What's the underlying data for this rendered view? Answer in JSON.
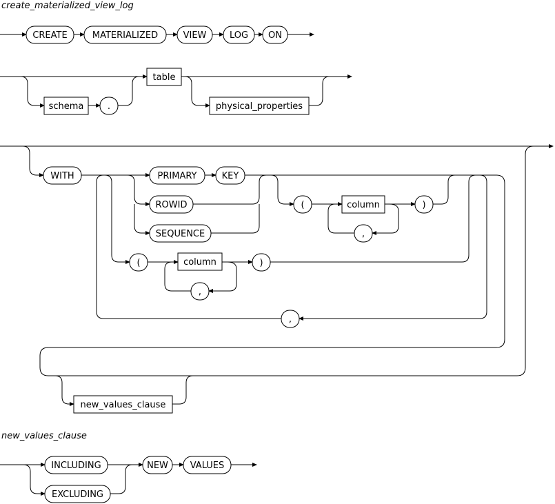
{
  "titles": {
    "main": "create_materialized_view_log",
    "sub": "new_values_clause"
  },
  "keywords": {
    "create": "CREATE",
    "materialized": "MATERIALIZED",
    "view": "VIEW",
    "log": "LOG",
    "on": "ON",
    "with": "WITH",
    "primary": "PRIMARY",
    "key": "KEY",
    "rowid": "ROWID",
    "sequence": "SEQUENCE",
    "including": "INCLUDING",
    "excluding": "EXCLUDING",
    "new": "NEW",
    "values": "VALUES"
  },
  "symbols": {
    "dot": ".",
    "lparen": "(",
    "rparen": ")",
    "comma": ","
  },
  "nonterminals": {
    "schema": "schema",
    "table": "table",
    "physical_properties": "physical_properties",
    "column": "column",
    "new_values_clause": "new_values_clause"
  }
}
